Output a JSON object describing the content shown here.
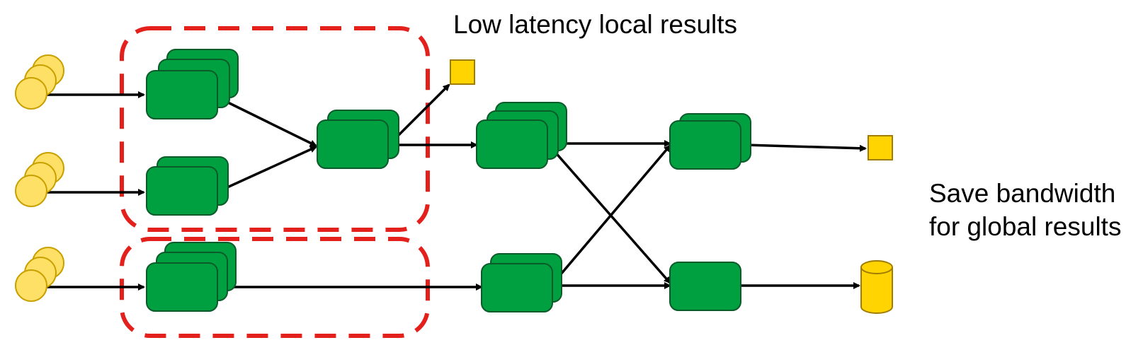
{
  "annotations": {
    "local_results": "Low latency local results",
    "global_results_line1": "Save bandwidth",
    "global_results_line2": "for global results"
  },
  "colors": {
    "operator_fill": "#00a040",
    "operator_stroke": "#0b5b2a",
    "source_fill": "#ffe066",
    "source_stroke": "#c8a000",
    "sink_fill": "#ffd400",
    "sink_stroke": "#a07d00",
    "edge_region_border": "#e3201b",
    "arrow": "#000000"
  },
  "icons": {
    "source": "circle-stack-icon",
    "operator": "rounded-box-stack-icon",
    "local_sink": "square-icon",
    "global_sink": "database-cylinder-icon"
  }
}
